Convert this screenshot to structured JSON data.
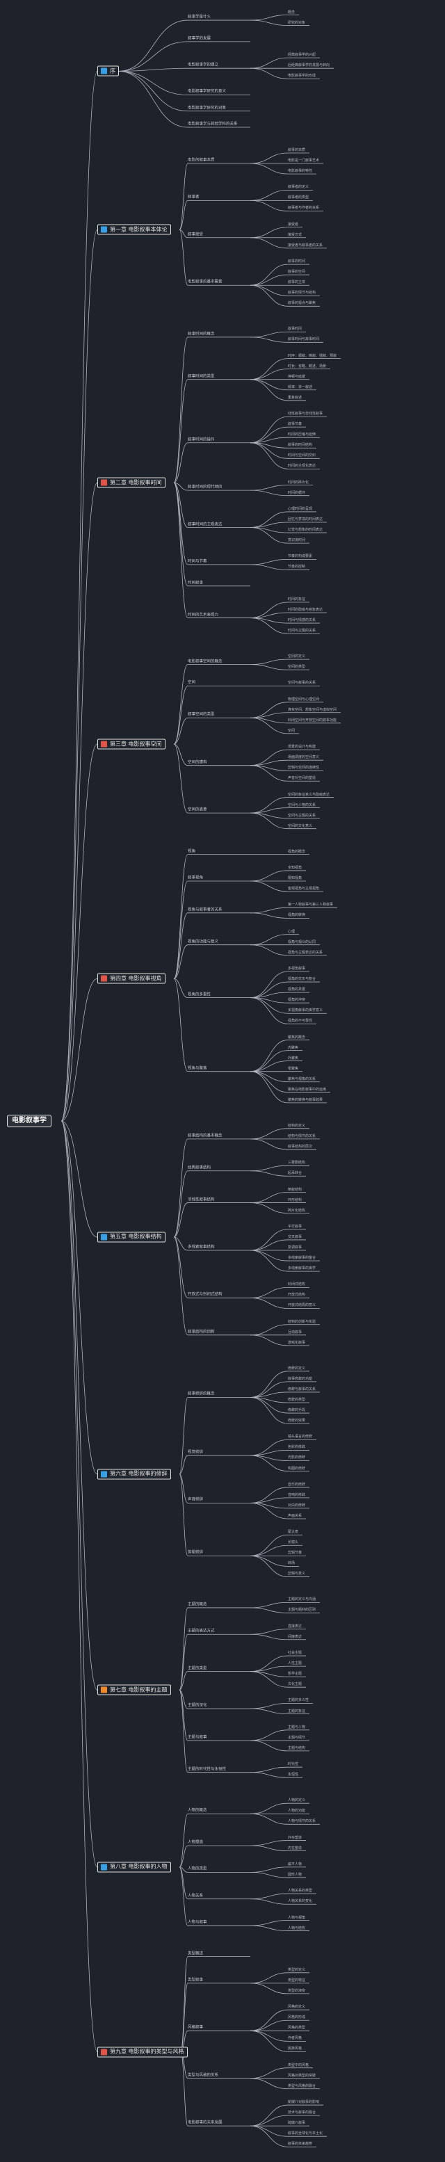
{
  "root": {
    "label": "电影叙事学"
  },
  "colors": {
    "line": "#aeb4be",
    "icon_blue": "#3aa0e6",
    "icon_red": "#e0564a",
    "icon_orange": "#f08a2e"
  },
  "sections": [
    {
      "label": "序",
      "icon": "image-icon",
      "icon_color": "#3aa0e6",
      "children": [
        {
          "label": "叙事学是什么",
          "children": [
            {
              "label": "概念"
            },
            {
              "label": "研究的对象"
            }
          ]
        },
        {
          "label": "叙事学的发展"
        },
        {
          "label": "电影叙事学的建立",
          "children": [
            {
              "label": "经典叙事学的兴起"
            },
            {
              "label": "后经典叙事学的发展与转向"
            },
            {
              "label": "电影叙事学的形成"
            }
          ]
        },
        {
          "label": "电影叙事学研究的意义"
        },
        {
          "label": "电影叙事学研究的对象"
        },
        {
          "label": "电影叙事学与其他学科的关系"
        }
      ]
    },
    {
      "label": "第一章  电影叙事本体论",
      "icon": "star-icon",
      "icon_color": "#3aa0e6",
      "children": [
        {
          "label": "电影的叙事本质",
          "children": [
            {
              "label": "叙事的本质"
            },
            {
              "label": "电影是一门叙事艺术"
            },
            {
              "label": "电影叙事的特性"
            }
          ]
        },
        {
          "label": "叙事者",
          "children": [
            {
              "label": "叙事者的定义"
            },
            {
              "label": "叙事者的类型"
            },
            {
              "label": "叙事者与作者的关系"
            }
          ]
        },
        {
          "label": "叙事接受",
          "children": [
            {
              "label": "接受者"
            },
            {
              "label": "接受方式"
            },
            {
              "label": "接受者与叙事者的关系"
            }
          ]
        },
        {
          "label": "电影叙事的基本要素",
          "children": [
            {
              "label": "叙事的时间"
            },
            {
              "label": "叙事的空间"
            },
            {
              "label": "叙事的主体"
            },
            {
              "label": "叙事的情节与结构"
            },
            {
              "label": "叙事的视点与聚焦"
            }
          ]
        }
      ]
    },
    {
      "label": "第二章  电影叙事时间",
      "icon": "heart-icon",
      "icon_color": "#e0564a",
      "children": [
        {
          "label": "叙事时间的概念",
          "children": [
            {
              "label": "故事时间"
            },
            {
              "label": "叙事时间与故事时间"
            }
          ]
        },
        {
          "label": "叙事时间的类型",
          "children": [
            {
              "label": "时序：顺叙、倒叙、插叙、预叙"
            },
            {
              "label": "时长：省略、概述、场景"
            },
            {
              "label": "停顿与延缓"
            },
            {
              "label": "频率：单一叙述"
            },
            {
              "label": "重复叙述"
            }
          ]
        },
        {
          "label": "叙事时间的操作",
          "children": [
            {
              "label": "线性叙事与非线性叙事"
            },
            {
              "label": "叙事节奏"
            },
            {
              "label": "时间的压缩与延伸"
            },
            {
              "label": "叙事的时间结构"
            },
            {
              "label": "时间与空间的交织"
            },
            {
              "label": "时间的主观化表达"
            }
          ]
        },
        {
          "label": "叙事时间的现代倾向",
          "children": [
            {
              "label": "时间的碎片化"
            },
            {
              "label": "时间的循环"
            }
          ]
        },
        {
          "label": "叙事时间的主观表达",
          "children": [
            {
              "label": "心理时间的呈现"
            },
            {
              "label": "回忆与梦境的时间表达"
            },
            {
              "label": "幻觉与想象的时间表达"
            },
            {
              "label": "意识流时间"
            }
          ]
        },
        {
          "label": "时间与节奏",
          "children": [
            {
              "label": "节奏的构成要素"
            },
            {
              "label": "节奏的控制"
            }
          ]
        },
        {
          "label": "时间叙事",
          "children": []
        },
        {
          "label": "时间的艺术表现力",
          "children": [
            {
              "label": "时间的象征"
            },
            {
              "label": "时间的隐喻与意象表达"
            },
            {
              "label": "时间与情感的关系"
            },
            {
              "label": "时间与主题的关系"
            }
          ]
        }
      ]
    },
    {
      "label": "第三章  电影叙事空间",
      "icon": "grid-icon",
      "icon_color": "#e0564a",
      "children": [
        {
          "label": "电影叙事空间的概念",
          "children": [
            {
              "label": "空间的定义"
            },
            {
              "label": "空间的类型"
            }
          ]
        },
        {
          "label": "空间",
          "children": [
            {
              "label": "空间与叙事的关系"
            }
          ]
        },
        {
          "label": "叙事空间的类型",
          "children": [
            {
              "label": "物理空间与心理空间"
            },
            {
              "label": "真实空间、想象空间与虚拟空间"
            },
            {
              "label": "封闭空间与开放空间的叙事功能"
            },
            {
              "label": "空间"
            }
          ]
        },
        {
          "label": "空间的建构",
          "children": [
            {
              "label": "场景的设计与构建"
            },
            {
              "label": "场面调度的空间意义"
            },
            {
              "label": "剪辑与空间的连续性"
            },
            {
              "label": "声音对空间的塑造"
            }
          ]
        },
        {
          "label": "空间的表意",
          "children": [
            {
              "label": "空间的象征意义与隐喻表达"
            },
            {
              "label": "空间与人物的关系"
            },
            {
              "label": "空间与主题的关系"
            },
            {
              "label": "空间的文化意义"
            }
          ]
        }
      ]
    },
    {
      "label": "第四章  电影叙事视角",
      "icon": "eye-icon",
      "icon_color": "#e0564a",
      "children": [
        {
          "label": "视角",
          "children": [
            {
              "label": "视角的概念"
            }
          ]
        },
        {
          "label": "叙事视角",
          "children": [
            {
              "label": "全知视角"
            },
            {
              "label": "限知视角"
            },
            {
              "label": "客观视角与主观视角"
            }
          ]
        },
        {
          "label": "视角与叙事者的关系",
          "children": [
            {
              "label": "第一人称叙事与第三人称叙事"
            },
            {
              "label": "视角的转换"
            }
          ]
        },
        {
          "label": "视角的功能与意义",
          "children": [
            {
              "label": "心理"
            },
            {
              "label": "视角与观众的认同"
            },
            {
              "label": "视角与主题表达的关系"
            }
          ]
        },
        {
          "label": "视角的多重性",
          "children": [
            {
              "label": "多视角叙事"
            },
            {
              "label": "视角的交叉与复合"
            },
            {
              "label": "视角的并置"
            },
            {
              "label": "视角的冲突"
            },
            {
              "label": "多视角叙事的美学意义"
            },
            {
              "label": "视角的不可靠性"
            }
          ]
        },
        {
          "label": "视角与聚焦",
          "children": [
            {
              "label": "聚焦的概念"
            },
            {
              "label": "内聚焦"
            },
            {
              "label": "外聚焦"
            },
            {
              "label": "零聚焦"
            },
            {
              "label": "聚焦与视角的关系"
            },
            {
              "label": "聚焦在电影叙事中的运用"
            },
            {
              "label": "聚焦的转换与叙事效果"
            }
          ]
        }
      ]
    },
    {
      "label": "第五章  电影叙事结构",
      "icon": "home-icon",
      "icon_color": "#3aa0e6",
      "children": [
        {
          "label": "叙事结构的基本概念",
          "children": [
            {
              "label": "结构的定义"
            },
            {
              "label": "结构与情节的关系"
            },
            {
              "label": "叙事结构的层次"
            }
          ]
        },
        {
          "label": "经典叙事结构",
          "children": [
            {
              "label": "三幕剧结构"
            },
            {
              "label": "起承转合"
            }
          ]
        },
        {
          "label": "非线性叙事结构",
          "children": [
            {
              "label": "倒叙结构"
            },
            {
              "label": "环形结构"
            },
            {
              "label": "碎片化结构"
            }
          ]
        },
        {
          "label": "多线索叙事结构",
          "children": [
            {
              "label": "平行叙事"
            },
            {
              "label": "交叉叙事"
            },
            {
              "label": "复调叙事"
            },
            {
              "label": "多线索叙事的整合"
            },
            {
              "label": "多线索叙事的美学"
            }
          ]
        },
        {
          "label": "开放式与封闭式结构",
          "children": [
            {
              "label": "封闭式结构"
            },
            {
              "label": "开放式结构"
            },
            {
              "label": "开放式结局的意义"
            }
          ]
        },
        {
          "label": "叙事结构的创新",
          "children": [
            {
              "label": "结构的创新与实验"
            },
            {
              "label": "互动叙事"
            },
            {
              "label": "游戏化叙事"
            }
          ]
        }
      ]
    },
    {
      "label": "第六章  电影叙事的修辞",
      "icon": "home-icon",
      "icon_color": "#3aa0e6",
      "children": [
        {
          "label": "叙事修辞的概念",
          "children": [
            {
              "label": "修辞的定义"
            },
            {
              "label": "叙事修辞的功能"
            },
            {
              "label": "修辞与叙事的关系"
            },
            {
              "label": "修辞的类型"
            },
            {
              "label": "修辞的手段"
            },
            {
              "label": "修辞的效果"
            }
          ]
        },
        {
          "label": "视觉修辞",
          "children": [
            {
              "label": "镜头语言的修辞"
            },
            {
              "label": "色彩的修辞"
            },
            {
              "label": "光影的修辞"
            },
            {
              "label": "构图的修辞"
            }
          ]
        },
        {
          "label": "声音修辞",
          "children": [
            {
              "label": "音乐的修辞"
            },
            {
              "label": "音响的修辞"
            },
            {
              "label": "对白的修辞"
            },
            {
              "label": "声画关系"
            }
          ]
        },
        {
          "label": "剪辑修辞",
          "children": [
            {
              "label": "蒙太奇"
            },
            {
              "label": "长镜头"
            },
            {
              "label": "剪辑节奏"
            },
            {
              "label": "转场"
            },
            {
              "label": "剪辑与意义"
            }
          ]
        }
      ]
    },
    {
      "label": "第七章  电影叙事的主题",
      "icon": "star-icon",
      "icon_color": "#f08a2e",
      "children": [
        {
          "label": "主题的概念",
          "children": [
            {
              "label": "主题的定义与内涵"
            },
            {
              "label": "主题与题材的区别"
            }
          ]
        },
        {
          "label": "主题的表达方式",
          "children": [
            {
              "label": "直接表达"
            },
            {
              "label": "间接表达"
            }
          ]
        },
        {
          "label": "主题的类型",
          "children": [
            {
              "label": "社会主题"
            },
            {
              "label": "人性主题"
            },
            {
              "label": "哲学主题"
            },
            {
              "label": "文化主题"
            }
          ]
        },
        {
          "label": "主题的深化",
          "children": [
            {
              "label": "主题的多义性"
            },
            {
              "label": "主题的象征"
            }
          ]
        },
        {
          "label": "主题与叙事",
          "children": [
            {
              "label": "主题与人物"
            },
            {
              "label": "主题与情节"
            },
            {
              "label": "主题与结构"
            }
          ]
        },
        {
          "label": "主题的时代性与永恒性",
          "children": [
            {
              "label": "时代性"
            },
            {
              "label": "永恒性"
            }
          ]
        }
      ]
    },
    {
      "label": "第八章  电影叙事的人物",
      "icon": "home-icon",
      "icon_color": "#3aa0e6",
      "children": [
        {
          "label": "人物的概念",
          "children": [
            {
              "label": "人物的定义"
            },
            {
              "label": "人物的功能"
            },
            {
              "label": "人物与情节的关系"
            }
          ]
        },
        {
          "label": "人物塑造",
          "children": [
            {
              "label": "外在塑造"
            },
            {
              "label": "内在塑造"
            }
          ]
        },
        {
          "label": "人物的类型",
          "children": [
            {
              "label": "扁平人物"
            },
            {
              "label": "圆形人物"
            }
          ]
        },
        {
          "label": "人物关系",
          "children": [
            {
              "label": "人物关系的类型"
            },
            {
              "label": "人物关系的变化"
            }
          ]
        },
        {
          "label": "人物与叙事",
          "children": [
            {
              "label": "人物与视角"
            },
            {
              "label": "人物与结构"
            }
          ]
        }
      ]
    },
    {
      "label": "第九章  电影叙事的类型与风格",
      "icon": "heart-icon",
      "icon_color": "#e0564a",
      "children": [
        {
          "label": "类型概述"
        },
        {
          "label": "类型叙事",
          "children": [
            {
              "label": "类型的定义"
            },
            {
              "label": "类型的特征"
            },
            {
              "label": "类型的演变"
            }
          ]
        },
        {
          "label": "风格叙事",
          "children": [
            {
              "label": "风格的定义"
            },
            {
              "label": "风格的形成"
            },
            {
              "label": "风格的类型"
            },
            {
              "label": "作者风格"
            },
            {
              "label": "民族风格"
            }
          ]
        },
        {
          "label": "类型与风格的关系",
          "children": [
            {
              "label": "类型中的风格"
            },
            {
              "label": "风格对类型的突破"
            },
            {
              "label": "类型与风格的融合"
            }
          ]
        },
        {
          "label": "电影叙事的未来发展",
          "children": [
            {
              "label": "新媒介对叙事的影响"
            },
            {
              "label": "技术与叙事的融合"
            },
            {
              "label": "跨媒介叙事"
            },
            {
              "label": "叙事的全球化与本土化"
            },
            {
              "label": "叙事的未来趋势"
            }
          ]
        }
      ]
    }
  ]
}
